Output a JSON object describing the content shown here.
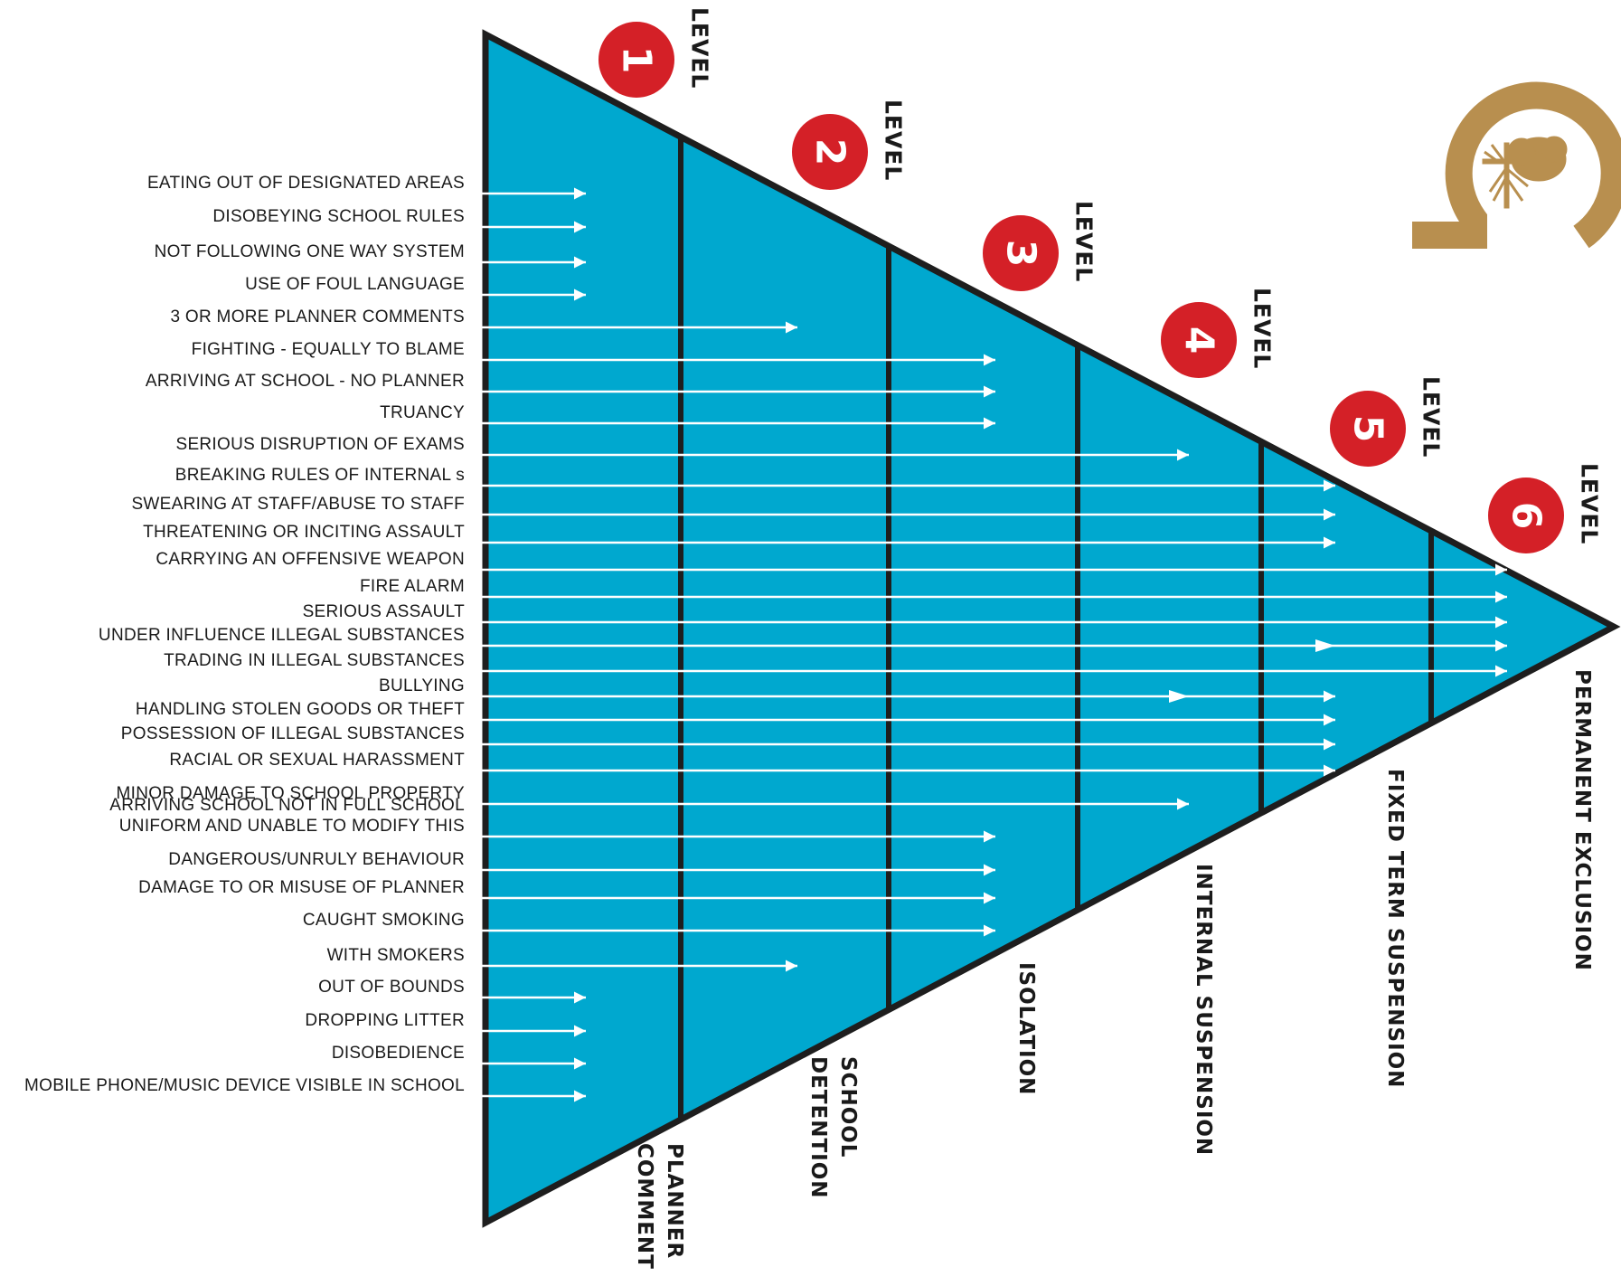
{
  "colors": {
    "triangle_fill": "#00a8cf",
    "outline": "#1e1e1e",
    "arrow": "#ffffff",
    "badge": "#d42027",
    "logo": "#b88f4f"
  },
  "level_word": "LEVEL",
  "levels": [
    {
      "number": "1",
      "label": "PLANNER COMMENT",
      "lines": [
        "PLANNER",
        "COMMENT"
      ]
    },
    {
      "number": "2",
      "label": "SCHOOL DETENTION",
      "lines": [
        "SCHOOL",
        "DETENTION"
      ]
    },
    {
      "number": "3",
      "label": "ISOLATION",
      "lines": [
        "ISOLATION"
      ]
    },
    {
      "number": "4",
      "label": "INTERNAL SUSPENSION",
      "lines": [
        "INTERNAL SUSPENSION"
      ]
    },
    {
      "number": "5",
      "label": "FIXED TERM SUSPENSION",
      "lines": [
        "FIXED TERM SUSPENSION"
      ]
    },
    {
      "number": "6",
      "label": "PERMANENT EXCLUSION",
      "lines": [
        "PERMANENT EXCLUSION"
      ]
    }
  ],
  "behaviours": [
    {
      "label": "EATING OUT OF DESIGNATED AREAS",
      "level": 1
    },
    {
      "label": "DISOBEYING SCHOOL RULES",
      "level": 1
    },
    {
      "label": "NOT FOLLOWING ONE WAY SYSTEM",
      "level": 1
    },
    {
      "label": "USE OF FOUL LANGUAGE",
      "level": 1
    },
    {
      "label": "3 OR MORE PLANNER COMMENTS",
      "level": 2
    },
    {
      "label": "FIGHTING - EQUALLY TO BLAME",
      "level": 3
    },
    {
      "label": "ARRIVING AT SCHOOL - NO PLANNER",
      "level": 3
    },
    {
      "label": "TRUANCY",
      "level": 3
    },
    {
      "label": "SERIOUS DISRUPTION OF EXAMS",
      "level": 4
    },
    {
      "label": "BREAKING RULES OF INTERNAL s",
      "level": 5
    },
    {
      "label": "SWEARING AT STAFF/ABUSE TO STAFF",
      "level": 5
    },
    {
      "label": "THREATENING OR INCITING ASSAULT",
      "level": 5
    },
    {
      "label": "CARRYING AN OFFENSIVE WEAPON",
      "level": 6
    },
    {
      "label": "FIRE ALARM",
      "level": 6
    },
    {
      "label": "SERIOUS ASSAULT",
      "level": 6
    },
    {
      "label": "UNDER INFLUENCE ILLEGAL SUBSTANCES",
      "level": 6,
      "also_level": 5
    },
    {
      "label": "TRADING IN ILLEGAL SUBSTANCES",
      "level": 6
    },
    {
      "label": "BULLYING",
      "level": 5,
      "also_level": 4
    },
    {
      "label": "HANDLING STOLEN GOODS OR THEFT",
      "level": 5
    },
    {
      "label": "POSSESSION OF ILLEGAL SUBSTANCES",
      "level": 5
    },
    {
      "label": "RACIAL OR SEXUAL HARASSMENT",
      "level": 5
    },
    {
      "label": "MINOR DAMAGE TO SCHOOL PROPERTY",
      "level": 4
    },
    {
      "label": "ARRIVING SCHOOL NOT IN FULL SCHOOL UNIFORM AND UNABLE TO MODIFY THIS",
      "lines": [
        "ARRIVING SCHOOL NOT IN FULL SCHOOL",
        "UNIFORM AND UNABLE TO MODIFY THIS"
      ],
      "level": 3
    },
    {
      "label": "DANGEROUS/UNRULY BEHAVIOUR",
      "level": 3
    },
    {
      "label": "DAMAGE TO OR MISUSE OF PLANNER",
      "level": 3
    },
    {
      "label": "CAUGHT SMOKING",
      "level": 3
    },
    {
      "label": "WITH SMOKERS",
      "level": 2
    },
    {
      "label": "OUT OF BOUNDS",
      "level": 1
    },
    {
      "label": "DROPPING LITTER",
      "level": 1
    },
    {
      "label": "DISOBEDIENCE",
      "level": 1
    },
    {
      "label": "MOBILE PHONE/MUSIC DEVICE VISIBLE IN SCHOOL",
      "level": 1
    }
  ],
  "logo": {
    "icon": "tree-in-arc-logo"
  }
}
